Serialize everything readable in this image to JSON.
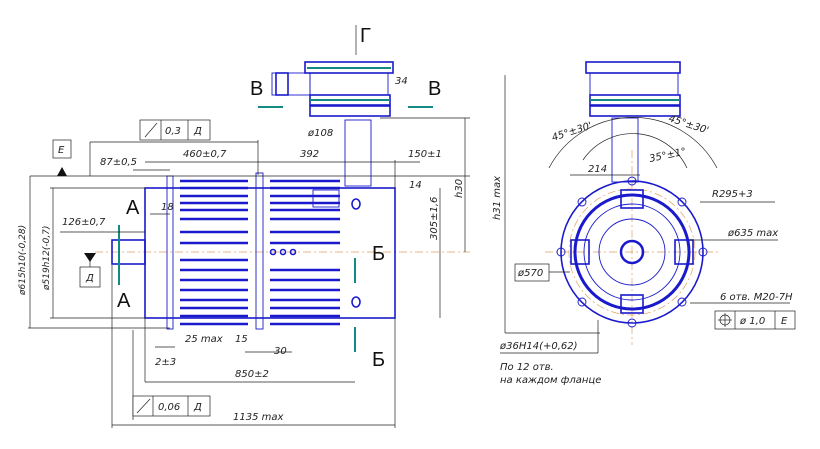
{
  "section_marks": {
    "v_left": "В",
    "v_right": "В",
    "g": "Г",
    "a_top": "А",
    "a_bottom": "А",
    "b_top": "Б",
    "b_bottom": "Б"
  },
  "datums": {
    "e": "Е",
    "d_left": "Д"
  },
  "tolerance_frames": {
    "runout_top": {
      "value": "0,3",
      "datum": "Д"
    },
    "runout_bottom": {
      "value": "0,06",
      "datum": "Д"
    },
    "position": {
      "value": "ø 1,0",
      "datum": "Е"
    }
  },
  "side_view_dims": {
    "d87": "87±0,5",
    "d460": "460±0,7",
    "d392": "392",
    "d150": "150±1",
    "d108": "ø108",
    "d14": "14",
    "d305": "305±1,6",
    "h30": "h30",
    "d18": "18",
    "d126": "126±0,7",
    "d615": "ø615h10(-0,28)",
    "d519": "ø519h12(-0,7)",
    "d25": "25 max",
    "d15": "15",
    "d2": "2±3",
    "d30": "30",
    "d850": "850±2",
    "d1135": "1135 max",
    "d34": "34"
  },
  "end_view_dims": {
    "h31": "h31 max",
    "a45_left": "45°±30'",
    "a45_right": "45°±30'",
    "d214": "214",
    "a35": "35°±1°",
    "r295": "R295+3",
    "d635": "ø635 max",
    "d570": "ø570",
    "holes": "6 отв. M20-7H",
    "d36": "ø36H14(+0,62)",
    "note1": "По 12 отв.",
    "note2": "на каждом фланце"
  },
  "colors": {
    "outline": "#1a1acc",
    "section_line": "#138a84",
    "axis": "#e0a060"
  }
}
